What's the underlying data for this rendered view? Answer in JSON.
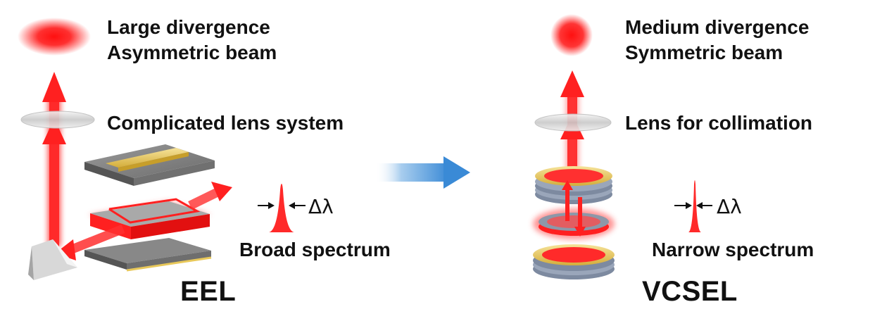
{
  "eel": {
    "line1": "Large divergence",
    "line2": "Asymmetric beam",
    "lens": "Complicated lens system",
    "spectrum": "Broad spectrum",
    "name": "EEL",
    "delta": "Δλ"
  },
  "vcsel": {
    "line1": "Medium divergence",
    "line2": "Symmetric beam",
    "lens": "Lens for collimation",
    "spectrum": "Narrow spectrum",
    "name": "VCSEL",
    "delta": "Δλ"
  },
  "colors": {
    "beam": "#ff2020",
    "border": "#2f7fc8",
    "arrow": "#3f8fd9",
    "gold": "#e8c85a"
  }
}
